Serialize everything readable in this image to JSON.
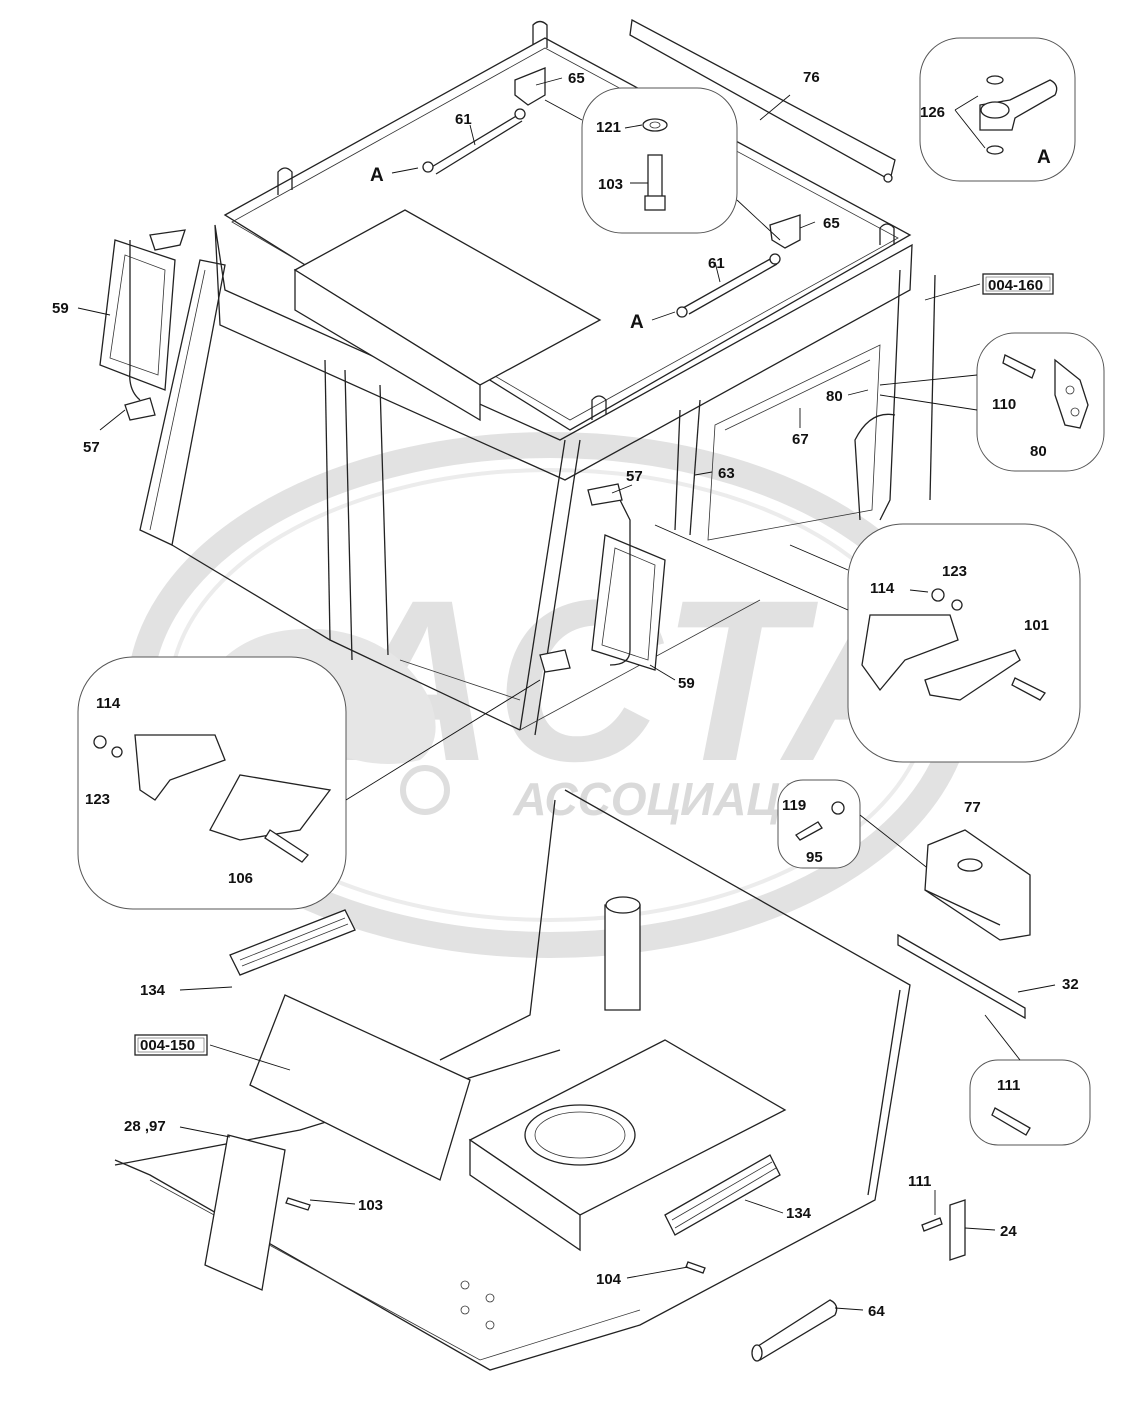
{
  "watermark": {
    "logo_text": "ACTA",
    "caption": "АССОЦИАЦИЯ"
  },
  "part_labels": [
    {
      "id": "p65a",
      "text": "65"
    },
    {
      "id": "p76",
      "text": "76"
    },
    {
      "id": "p126",
      "text": "126"
    },
    {
      "id": "pA1",
      "text": "A"
    },
    {
      "id": "p61a",
      "text": "61"
    },
    {
      "id": "p121",
      "text": "121"
    },
    {
      "id": "p103a",
      "text": "103"
    },
    {
      "id": "p59a",
      "text": "59"
    },
    {
      "id": "p57a",
      "text": "57"
    },
    {
      "id": "p65b",
      "text": "65"
    },
    {
      "id": "p61b",
      "text": "61"
    },
    {
      "id": "pA2",
      "text": "A"
    },
    {
      "id": "pA3",
      "text": "A"
    },
    {
      "id": "p80a",
      "text": "80"
    },
    {
      "id": "p110",
      "text": "110"
    },
    {
      "id": "p80b",
      "text": "80"
    },
    {
      "id": "p67",
      "text": "67"
    },
    {
      "id": "p63",
      "text": "63"
    },
    {
      "id": "p57b",
      "text": "57"
    },
    {
      "id": "p114a",
      "text": "114"
    },
    {
      "id": "p123a",
      "text": "123"
    },
    {
      "id": "p101",
      "text": "101"
    },
    {
      "id": "p59b",
      "text": "59"
    },
    {
      "id": "p114b",
      "text": "114"
    },
    {
      "id": "p123b",
      "text": "123"
    },
    {
      "id": "p106",
      "text": "106"
    },
    {
      "id": "p119",
      "text": "119"
    },
    {
      "id": "p95",
      "text": "95"
    },
    {
      "id": "p77",
      "text": "77"
    },
    {
      "id": "p134a",
      "text": "134"
    },
    {
      "id": "p32",
      "text": "32"
    },
    {
      "id": "p28",
      "text": "28 ,97"
    },
    {
      "id": "p111a",
      "text": "111"
    },
    {
      "id": "p103b",
      "text": "103"
    },
    {
      "id": "p134b",
      "text": "134"
    },
    {
      "id": "p111b",
      "text": "111"
    },
    {
      "id": "p24",
      "text": "24"
    },
    {
      "id": "p104",
      "text": "104"
    },
    {
      "id": "p64",
      "text": "64"
    }
  ],
  "ref_boxes": [
    {
      "id": "r160",
      "text": "004-160"
    },
    {
      "id": "r150",
      "text": "004-150"
    }
  ]
}
